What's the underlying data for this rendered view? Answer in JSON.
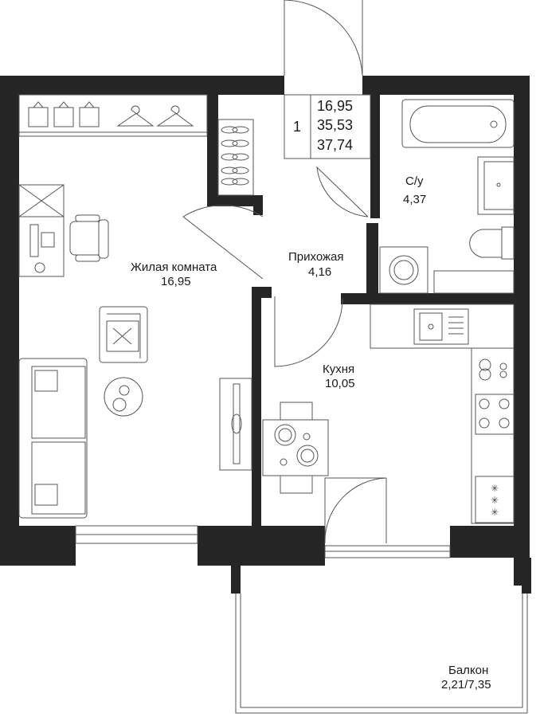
{
  "apartment": {
    "rooms_count": "1",
    "living_area": "16,95",
    "total_area": "35,53",
    "total_area_with_balcony": "37,74"
  },
  "rooms": {
    "living": {
      "name": "Жилая комната",
      "area": "16,95"
    },
    "hall": {
      "name": "Прихожая",
      "area": "4,16"
    },
    "bathroom": {
      "name": "С/у",
      "area": "4,37"
    },
    "kitchen": {
      "name": "Кухня",
      "area": "10,05"
    },
    "balcony": {
      "name": "Балкон",
      "area": "2,21/7,35"
    }
  },
  "colors": {
    "wall": "#262626",
    "line": "#555555",
    "background": "#ffffff"
  }
}
